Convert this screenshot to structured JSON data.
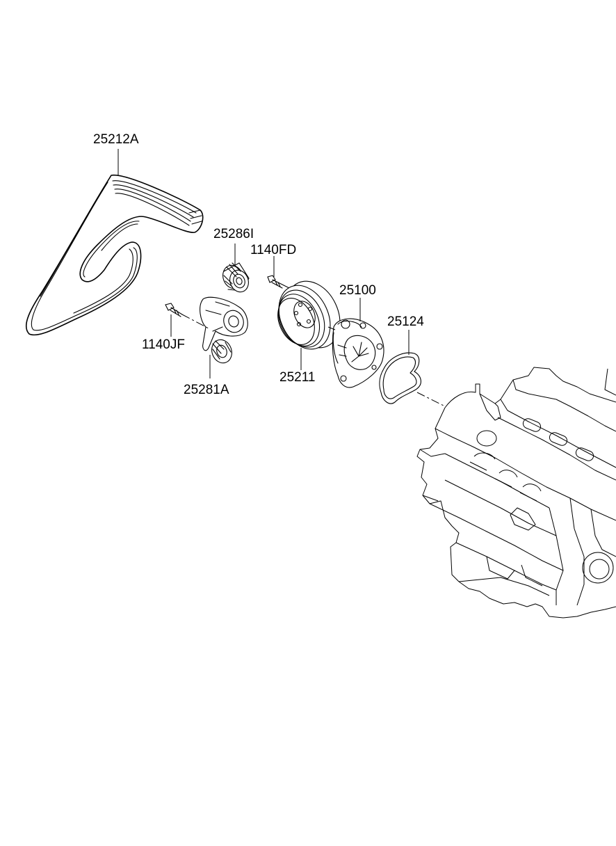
{
  "diagram": {
    "parts": [
      {
        "id": "belt",
        "number": "25212A"
      },
      {
        "id": "idler-pulley",
        "number": "25286I"
      },
      {
        "id": "bolt-upper",
        "number": "1140FD"
      },
      {
        "id": "water-pump",
        "number": "25100"
      },
      {
        "id": "gasket",
        "number": "25124"
      },
      {
        "id": "bolt-lower",
        "number": "1140JF"
      },
      {
        "id": "pump-pulley",
        "number": "25211"
      },
      {
        "id": "tensioner",
        "number": "25281A"
      }
    ]
  }
}
